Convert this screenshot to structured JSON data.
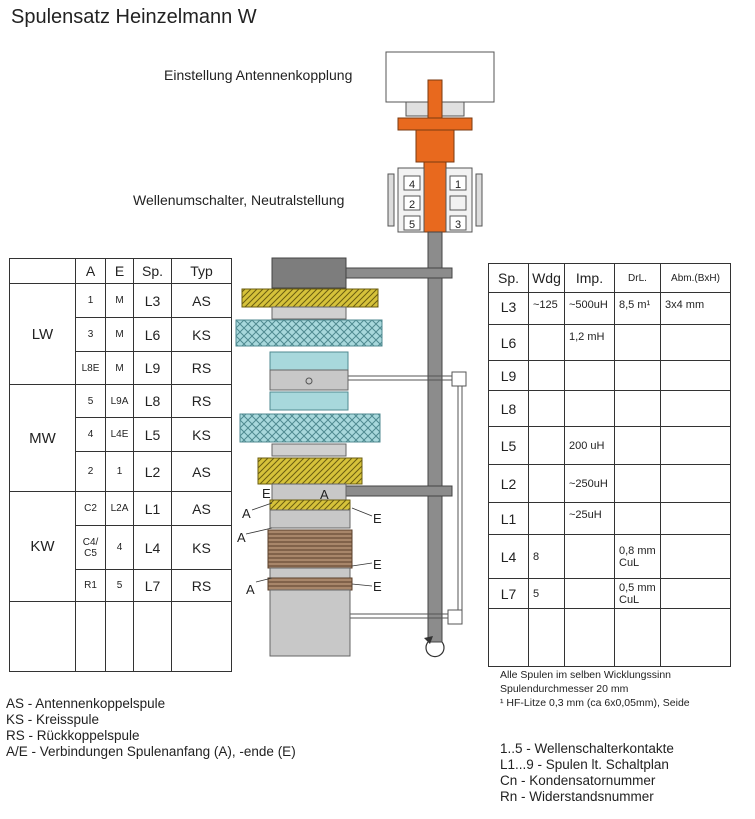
{
  "title": "Spulensatz Heinzelmann W",
  "labels": {
    "antenna_adjust": "Einstellung Antennenkopplung",
    "wave_switch": "Wellenumschalter, Neutralstellung"
  },
  "switch_contacts": [
    "4",
    "1",
    "2",
    "5",
    "3"
  ],
  "coil_marks": {
    "a": "A",
    "e": "E"
  },
  "left_table": {
    "headers": [
      "A",
      "E",
      "Sp.",
      "Typ"
    ],
    "groups": [
      "LW",
      "MW",
      "KW"
    ],
    "rows": [
      {
        "a": "1",
        "e": "M",
        "sp": "L3",
        "typ": "AS"
      },
      {
        "a": "3",
        "e": "M",
        "sp": "L6",
        "typ": "KS"
      },
      {
        "a": "L8E",
        "e": "M",
        "sp": "L9",
        "typ": "RS"
      },
      {
        "a": "5",
        "e": "L9A",
        "sp": "L8",
        "typ": "RS"
      },
      {
        "a": "4",
        "e": "L4E",
        "sp": "L5",
        "typ": "KS"
      },
      {
        "a": "2",
        "e": "1",
        "sp": "L2",
        "typ": "AS"
      },
      {
        "a": "C2",
        "e": "L2A",
        "sp": "L1",
        "typ": "AS"
      },
      {
        "a": "C4/ C5",
        "e": "4",
        "sp": "L4",
        "typ": "KS"
      },
      {
        "a": "R1",
        "e": "5",
        "sp": "L7",
        "typ": "RS"
      }
    ]
  },
  "right_table": {
    "headers": [
      "Sp.",
      "Wdg",
      "Imp.",
      "DrL.",
      "Abm.(BxH)"
    ],
    "rows": [
      {
        "sp": "L3",
        "wdg": "~125",
        "imp": "~500uH",
        "drl": "8,5 m¹",
        "abm": "3x4 mm"
      },
      {
        "sp": "L6",
        "wdg": "",
        "imp": "1,2 mH",
        "drl": "",
        "abm": ""
      },
      {
        "sp": "L9",
        "wdg": "",
        "imp": "",
        "drl": "",
        "abm": ""
      },
      {
        "sp": "L8",
        "wdg": "",
        "imp": "",
        "drl": "",
        "abm": ""
      },
      {
        "sp": "L5",
        "wdg": "",
        "imp": "200 uH",
        "drl": "",
        "abm": ""
      },
      {
        "sp": "L2",
        "wdg": "",
        "imp": "~250uH",
        "drl": "",
        "abm": ""
      },
      {
        "sp": "L1",
        "wdg": "",
        "imp": "~25uH",
        "drl": "",
        "abm": ""
      },
      {
        "sp": "L4",
        "wdg": "8",
        "imp": "",
        "drl": "0,8 mm CuL",
        "abm": ""
      },
      {
        "sp": "L7",
        "wdg": "5",
        "imp": "",
        "drl": "0,5 mm CuL",
        "abm": ""
      }
    ]
  },
  "notes": [
    "Alle Spulen im selben Wicklungssinn",
    "Spulendurchmesser 20 mm",
    "¹ HF-Litze 0,3 mm (ca 6x0,05mm), Seide"
  ],
  "legend_types": [
    "AS - Antennenkoppelspule",
    "KS - Kreisspule",
    "RS - Rückkoppelspule",
    "A/E - Verbindungen Spulenanfang (A), -ende (E)"
  ],
  "legend_numbers": [
    "1..5 - Wellenschalterkontakte",
    "L1...9 - Spulen lt. Schaltplan",
    "Cn - Kondensatornummer",
    "Rn - Widerstandsnummer"
  ],
  "colors": {
    "orange": "#e8691e",
    "shaft": "#8c8c8c",
    "coil_yellow": "#d6c23a",
    "coil_cyan": "#a8d8dc",
    "coil_brown": "#a8866a"
  }
}
